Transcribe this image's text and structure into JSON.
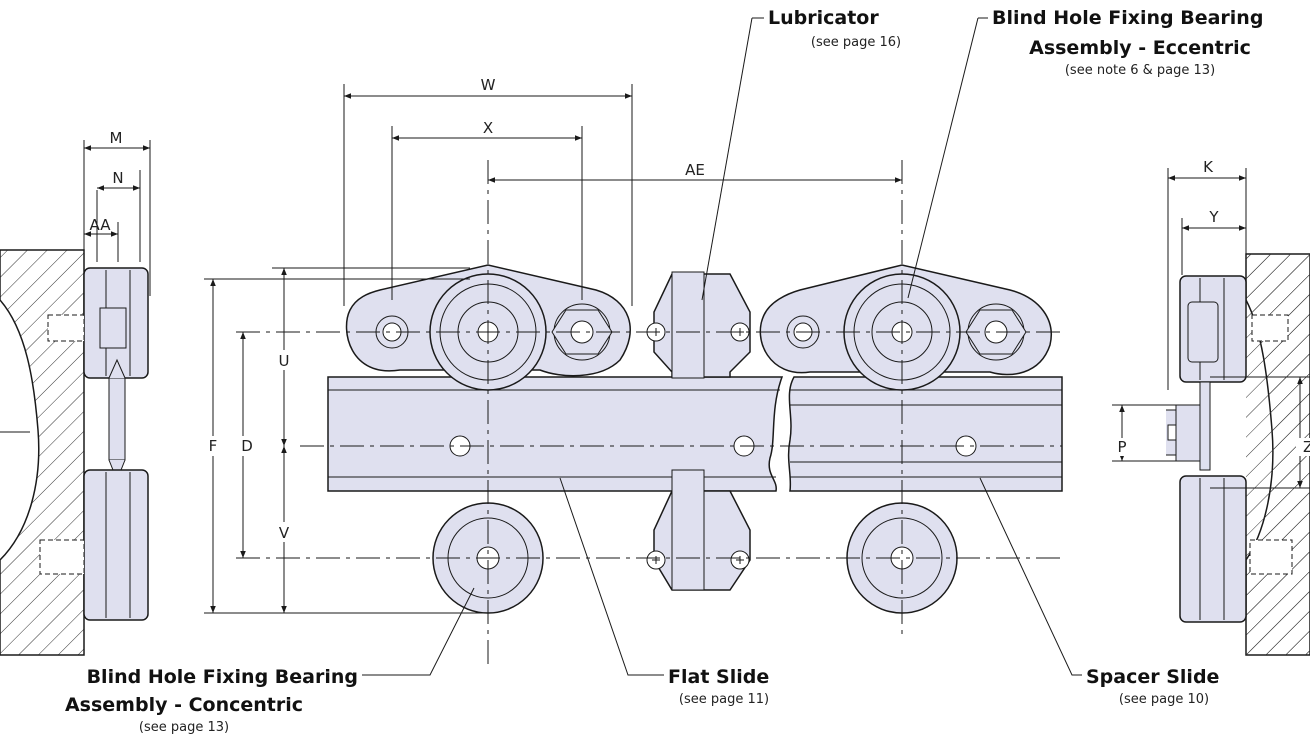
{
  "colors": {
    "part_fill": "#dfe0ef",
    "line": "#1a1a1a",
    "hatch": "#333333"
  },
  "dimensions": {
    "W": "W",
    "X": "X",
    "AE": "AE",
    "M": "M",
    "N": "N",
    "AA": "AA",
    "K": "K",
    "Y": "Y",
    "U": "U",
    "V": "V",
    "F": "F",
    "D": "D",
    "P": "P",
    "Z": "Z"
  },
  "callouts": {
    "lubricator": {
      "title": "Lubricator",
      "sub": "(see page 16)"
    },
    "eccentric": {
      "title1": "Blind Hole Fixing Bearing",
      "title2": "Assembly - Eccentric",
      "sub": "(see note 6 & page 13)"
    },
    "concentric": {
      "title1": "Blind Hole Fixing Bearing",
      "title2": "Assembly - Concentric",
      "sub": "(see page 13)"
    },
    "flat_slide": {
      "title": "Flat Slide",
      "sub": "(see page 11)"
    },
    "spacer_slide": {
      "title": "Spacer Slide",
      "sub": "(see page 10)"
    }
  }
}
